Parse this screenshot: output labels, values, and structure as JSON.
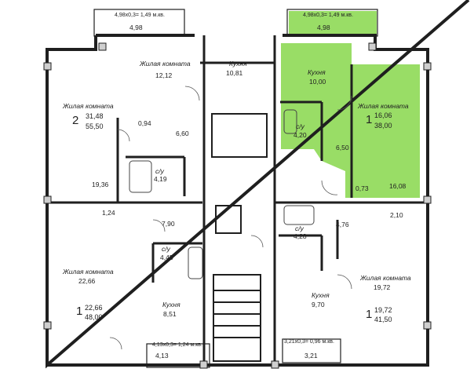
{
  "colors": {
    "wall": "#1f1f1f",
    "highlight": "#99dd66",
    "wall_fill": "#cfcfcf"
  },
  "balconies": [
    {
      "dims": "4,98x0,3= 1,49 м.кв.",
      "area": "4,98"
    },
    {
      "dims": "4,98x0,3= 1,49 м.кв.",
      "area": "4,98"
    },
    {
      "dims": "4,13x0,3= 1,24 м.кв.",
      "area": "4,13"
    },
    {
      "dims": "3,21x0,3= 0,96 м.кв.",
      "area": "3,21"
    }
  ],
  "rooms": {
    "tl_living": "Жилая комната",
    "tl_living_area": "12,12",
    "tl_kitchen": "Кухня",
    "tl_kitchen_area": "10,81",
    "tc_kitchen": "Кухня",
    "tc_kitchen_area": "10,00",
    "tr_living": "Жилая комната",
    "l_living": "Жилая комната",
    "bl_living": "Жилая комната",
    "bl_living_area": "22,66",
    "bc_kitchen": "Кухня",
    "bc_kitchen_area": "8,51",
    "br_kitchen": "Кухня",
    "br_kitchen_area": "9,70",
    "br_living": "Жилая комната",
    "br_living_area": "19,72",
    "bath1": "с/у",
    "bath1_area": "4,20",
    "bath2": "с/у",
    "bath2_area": "4,19",
    "bath3": "с/у",
    "bath3_area": "4,45",
    "bath4": "с/у",
    "bath4_area": "4,28"
  },
  "apartments": [
    {
      "rooms": "2",
      "living": "31,48",
      "total": "55,50"
    },
    {
      "rooms": "1",
      "living": "16,06",
      "total": "38,00"
    },
    {
      "rooms": "1",
      "living": "22,66",
      "total": "48,00"
    },
    {
      "rooms": "1",
      "living": "19,72",
      "total": "41,50"
    }
  ],
  "small_areas": {
    "a094": "0,94",
    "a660": "6,60",
    "a650": "6,50",
    "a073": "0,73",
    "a1608": "16,08",
    "a1936": "19,36",
    "a124": "1,24",
    "a790": "7,90",
    "a476": "4,76",
    "a210": "2,10"
  }
}
